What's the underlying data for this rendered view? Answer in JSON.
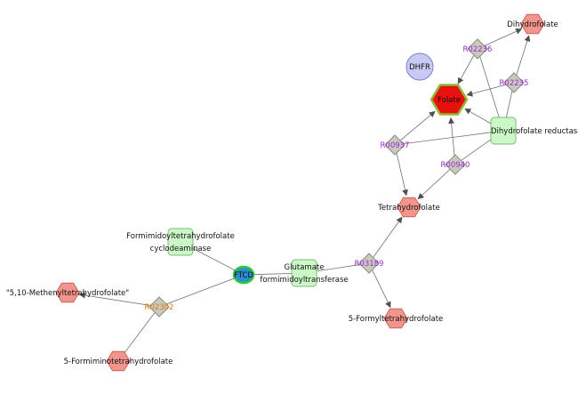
{
  "colors": {
    "metabolite": "#f4958d",
    "metabolite_stroke": "#c7645b",
    "folate": "#e8110e",
    "folate_stroke": "#8fb838",
    "reaction": "#c9c9bd",
    "reaction_stroke": "#8d8d80",
    "enzyme": "#ccf7c6",
    "enzyme_stroke": "#7fb878",
    "dhfr": "#c8caf4",
    "dhfr_stroke": "#7d80c8",
    "ftcd": "#2a8fd0",
    "ftcd_stroke": "#29c93b",
    "reaction_label": "#9b2bd0",
    "reaction_label_alt": "#e07a12",
    "edge": "#707070"
  },
  "nodes": [
    {
      "id": "dihydrofolate",
      "type": "metabolite",
      "label": "Dihydrofolate"
    },
    {
      "id": "r02236a",
      "type": "reaction",
      "label": "R02236"
    },
    {
      "id": "dhfr",
      "type": "gene",
      "label": "DHFR"
    },
    {
      "id": "r02235",
      "type": "reaction",
      "label": "R02235"
    },
    {
      "id": "folate",
      "type": "folate",
      "label": "Folate"
    },
    {
      "id": "dhfr-enzyme",
      "type": "enzyme",
      "label": "",
      "side_label": "Dihydrofolate reductase"
    },
    {
      "id": "r00937",
      "type": "reaction",
      "label": "R00937"
    },
    {
      "id": "r00940",
      "type": "reaction",
      "label": "R00940"
    },
    {
      "id": "tetrahydrofolate",
      "type": "metabolite",
      "label": "Tetrahydrofolate"
    },
    {
      "id": "ftcd-deaminase",
      "type": "enzyme",
      "label": "",
      "top_label_lines": [
        "Formimidoyltetrahydrofolate",
        "cyclodeaminase"
      ]
    },
    {
      "id": "ftcd",
      "type": "ftcd",
      "label": "FTCD"
    },
    {
      "id": "glutamate-transferase",
      "type": "enzyme",
      "label": "",
      "top_label_lines": [
        "Glutamate",
        "formimidoyltransferase"
      ]
    },
    {
      "id": "r03189",
      "type": "reaction",
      "label": "R03189"
    },
    {
      "id": "methenyl-thf",
      "type": "metabolite",
      "label": "\"5,10-Methenyltetrahydrofolate\""
    },
    {
      "id": "r02302",
      "type": "reaction",
      "label": "R02302",
      "alt": true
    },
    {
      "id": "formyl-thf",
      "type": "metabolite",
      "label": "5-Formyltetrahydrofolate"
    },
    {
      "id": "formimino-thf",
      "type": "metabolite",
      "label": "5-Formiminotetrahydrofolate"
    }
  ],
  "edges": [
    {
      "from": "r02236a",
      "to": "dihydrofolate",
      "arrow": true
    },
    {
      "from": "r02236a",
      "to": "folate",
      "arrow": true
    },
    {
      "from": "r02235",
      "to": "dihydrofolate",
      "arrow": true
    },
    {
      "from": "r02235",
      "to": "folate",
      "arrow": true
    },
    {
      "from": "dhfr-enzyme",
      "to": "folate",
      "arrow": true
    },
    {
      "from": "dhfr-enzyme",
      "to": "r02236a",
      "arrow": false
    },
    {
      "from": "dhfr-enzyme",
      "to": "r02235",
      "arrow": false
    },
    {
      "from": "dhfr-enzyme",
      "to": "r00937",
      "arrow": false
    },
    {
      "from": "dhfr-enzyme",
      "to": "r00940",
      "arrow": false
    },
    {
      "from": "r00937",
      "to": "folate",
      "arrow": true
    },
    {
      "from": "r00937",
      "to": "tetrahydrofolate",
      "arrow": true
    },
    {
      "from": "r00940",
      "to": "folate",
      "arrow": true
    },
    {
      "from": "r00940",
      "to": "tetrahydrofolate",
      "arrow": true
    },
    {
      "from": "r03189",
      "to": "tetrahydrofolate",
      "arrow": true
    },
    {
      "from": "r03189",
      "to": "formyl-thf",
      "arrow": true
    },
    {
      "from": "glutamate-transferase",
      "to": "r03189",
      "arrow": false
    },
    {
      "from": "ftcd",
      "to": "glutamate-transferase",
      "arrow": false
    },
    {
      "from": "ftcd",
      "to": "ftcd-deaminase",
      "arrow": false
    },
    {
      "from": "ftcd",
      "to": "r02302",
      "arrow": false
    },
    {
      "from": "r02302",
      "to": "methenyl-thf",
      "arrow": true
    },
    {
      "from": "r02302",
      "to": "formimino-thf",
      "arrow": false
    }
  ]
}
